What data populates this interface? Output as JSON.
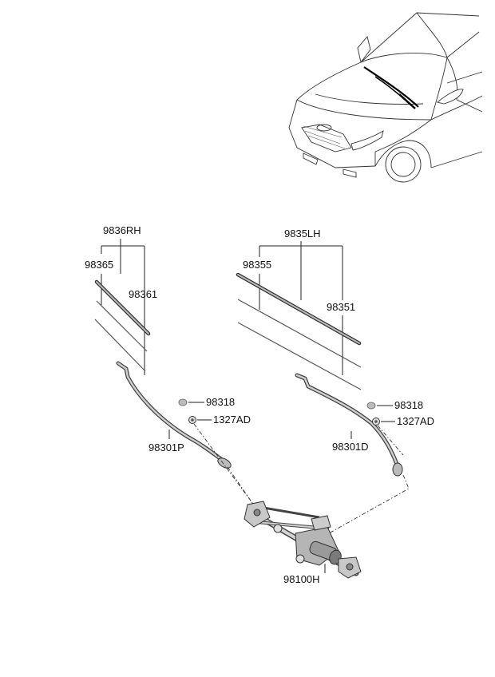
{
  "labels": {
    "rh_assy": "9836RH",
    "rh_blade": "98365",
    "rh_refill": "98361",
    "lh_assy": "9835LH",
    "lh_blade": "98355",
    "lh_refill": "98351",
    "cap_rh": "98318",
    "nut_rh": "1327AD",
    "arm_rh": "98301P",
    "cap_lh": "98318",
    "nut_lh": "1327AD",
    "arm_lh": "98301D",
    "linkage": "98100H"
  },
  "colors": {
    "line": "#222222",
    "part_fill": "#d9d9d9",
    "part_dark": "#8a8a8a",
    "highlight": "#000000"
  }
}
